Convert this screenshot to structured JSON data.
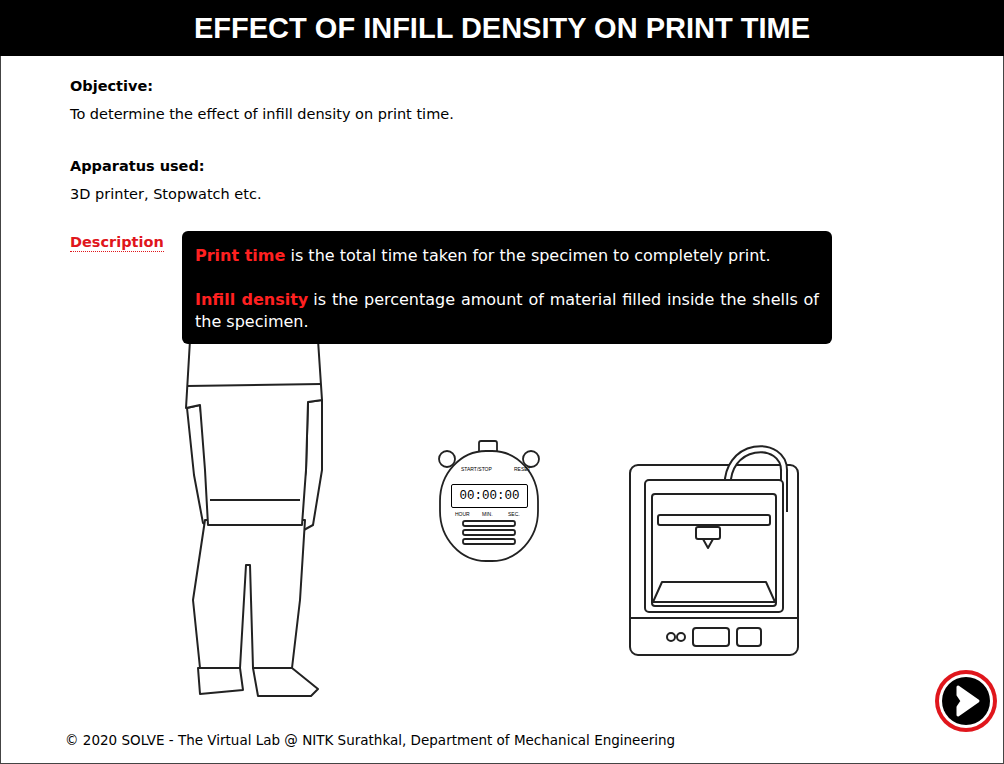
{
  "diagram": {
    "title": "EFFECT OF INFILL DENSITY ON PRINT TIME",
    "nodes": [
      {
        "text": [
          "Print time",
          "is the total time taken for the specimen to completely print.",
          "Infill density",
          "is the percentage amount of material filled inside the shells of the specimen."
        ]
      },
      {
        "text": [
          "00:00:00"
        ]
      }
    ],
    "labels": [
      "Objective:",
      "To determine the effect of infill density on print time.",
      "Apparatus used:",
      "3D printer, Stopwatch etc.",
      "Description",
      "START/STOP",
      "RESET",
      "HOUR",
      "MIN.",
      "SEC.",
      "© 2020 SOLVE - The Virtual Lab @ NITK Surathkal, Department of Mechanical Engineering"
    ]
  }
}
